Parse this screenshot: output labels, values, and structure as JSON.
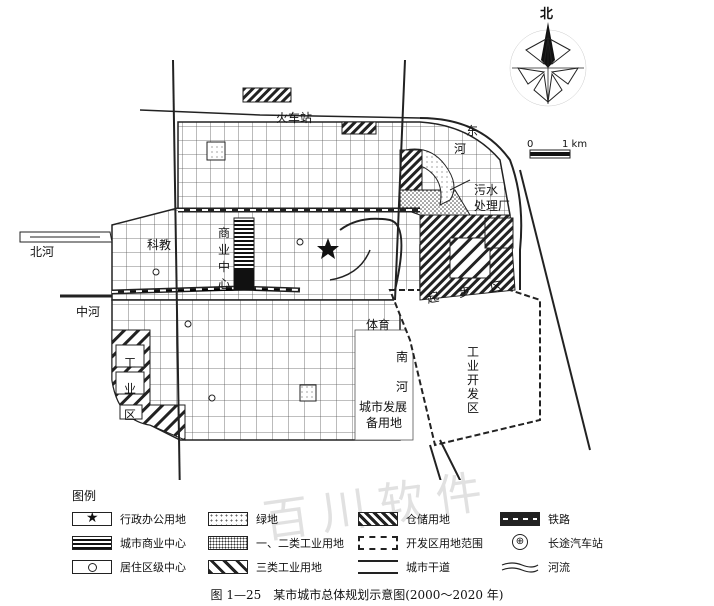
{
  "map": {
    "north_label": "北",
    "scale_zero": "0",
    "scale_km": "1 km",
    "labels": {
      "train_station": "火车站",
      "east_river": "东",
      "east_river_2": "河",
      "sewage_1": "污水",
      "sewage_2": "处理厂",
      "north_river": "北河",
      "middle_river": "中河",
      "science_edu": "科教",
      "commercial_center": "商业中心",
      "sports": "体育",
      "south_river": "南河",
      "industrial_zone": "工业区",
      "startup_zone": "起步区",
      "dev_zone": "工业开发区",
      "reserve_1": "城市发展",
      "reserve_2": "备用地"
    },
    "watermark": "百川软件"
  },
  "legend": {
    "title": "图例",
    "items": [
      {
        "label": "行政办公用地",
        "icon": "star"
      },
      {
        "label": "绿地",
        "icon": "dots-sparse"
      },
      {
        "label": "仓储用地",
        "icon": "hatch-dense"
      },
      {
        "label": "铁路",
        "icon": "railway"
      },
      {
        "label": "城市商业中心",
        "icon": "stripe-black"
      },
      {
        "label": "一、二类工业用地",
        "icon": "dots-dense"
      },
      {
        "label": "开发区用地范围",
        "icon": "dashed-border"
      },
      {
        "label": "长途汽车站",
        "icon": "bus-station"
      },
      {
        "label": "居住区级中心",
        "icon": "circle"
      },
      {
        "label": "三类工业用地",
        "icon": "hatch-wide"
      },
      {
        "label": "城市干道",
        "icon": "double-line"
      },
      {
        "label": "河流",
        "icon": "river"
      }
    ]
  },
  "caption": "图 1—25　某市城市总体规划示意图(2000～2020 年)"
}
